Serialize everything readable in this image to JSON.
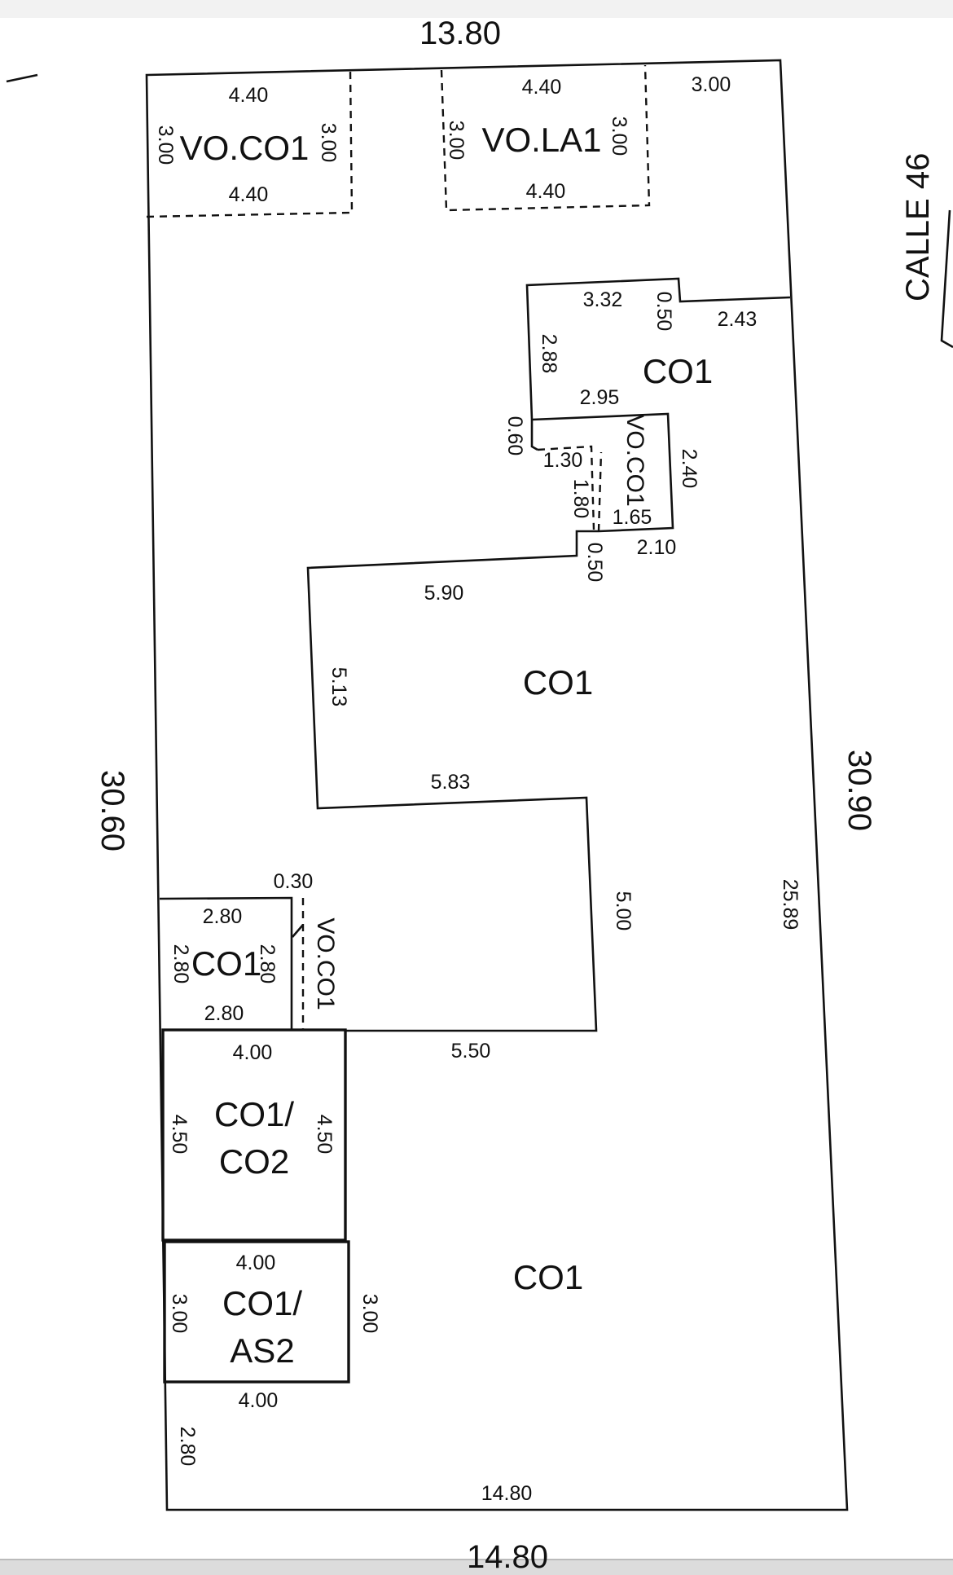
{
  "street": "CALLE 46",
  "outer": {
    "top": "13.80",
    "bottom": "14.80",
    "left": "30.60",
    "right": "30.90",
    "right_inner": "25.89",
    "bottom_inner": "14.80",
    "bottom_left": "2.80",
    "top_right": "3.00"
  },
  "vo_co1_top": {
    "label": "VO.CO1",
    "top": "4.40",
    "bottom": "4.40",
    "left": "3.00",
    "right": "3.00"
  },
  "vo_la1": {
    "label": "VO.LA1",
    "top": "4.40",
    "bottom": "4.40",
    "left": "3.00",
    "right": "3.00"
  },
  "upper_co1": {
    "label": "CO1",
    "d1": "3.32",
    "d2": "0.50",
    "d3": "2.43",
    "d4": "2.88",
    "d5": "2.95",
    "d6": "0.60",
    "d7": "2.40"
  },
  "vo_co1_mid": {
    "label": "VO.CO1",
    "d1": "1.30",
    "d2": "1.80",
    "d3": "1.65",
    "d4": "2.10",
    "d5": "0.50"
  },
  "central_co1": {
    "label": "CO1",
    "top": "5.90",
    "left": "5.13",
    "mid": "5.83",
    "right": "5.00",
    "bottom": "5.50"
  },
  "small_co1": {
    "label": "CO1",
    "top": "2.80",
    "bottom": "2.80",
    "left": "2.80",
    "right": "2.80",
    "gap": "0.30",
    "vo_label": "VO.CO1"
  },
  "co1_co2": {
    "line1": "CO1/",
    "line2": "CO2",
    "top": "4.00",
    "left": "4.50",
    "right": "4.50"
  },
  "co1_as2": {
    "line1": "CO1/",
    "line2": "AS2",
    "top": "4.00",
    "bottom": "4.00",
    "left": "3.00",
    "right": "3.00"
  },
  "bottom_co1": {
    "label": "CO1"
  }
}
